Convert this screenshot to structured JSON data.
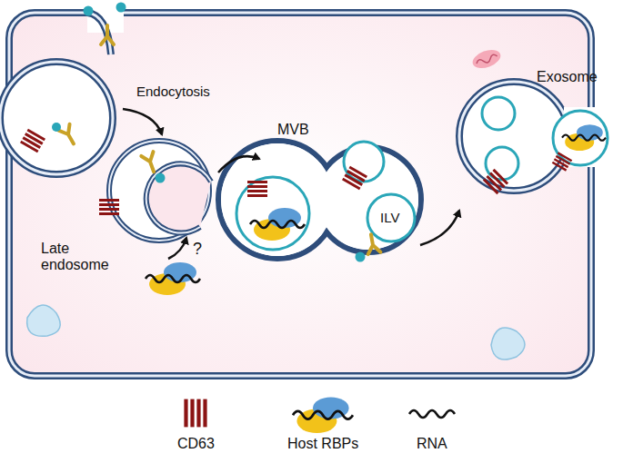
{
  "diagram": {
    "labels": [
      "Endocytosis",
      "Late endosome",
      "?",
      "MVB",
      "ILV",
      "Exosome"
    ],
    "legend": [
      {
        "text": "CD63"
      },
      {
        "text": "Host RBPs"
      },
      {
        "text": "RNA"
      }
    ]
  }
}
